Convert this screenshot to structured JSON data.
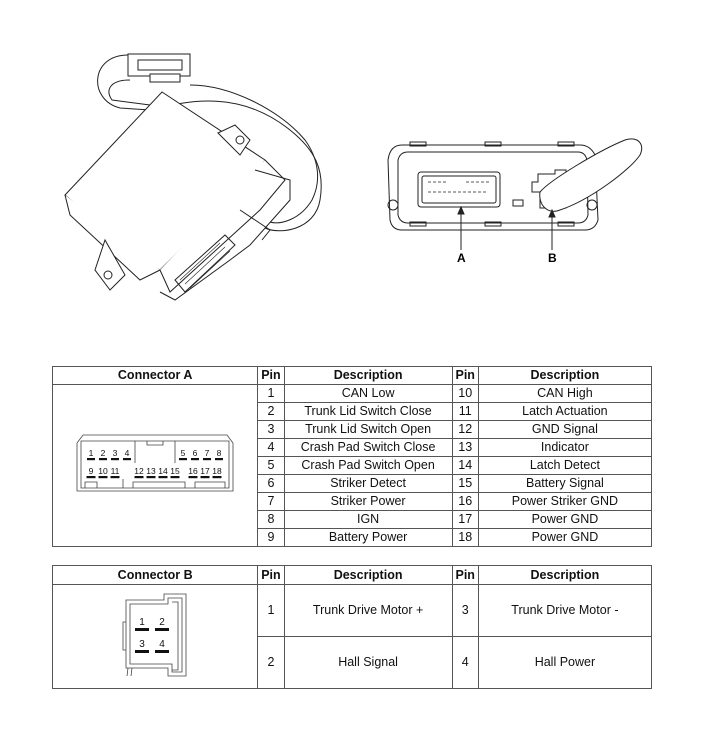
{
  "illustration": {
    "callouts": [
      "A",
      "B"
    ]
  },
  "connector_a": {
    "header": {
      "connector": "Connector A",
      "pin": "Pin",
      "description": "Description",
      "pin2": "Pin",
      "description2": "Description"
    },
    "face_pins_top": [
      "1",
      "2",
      "3",
      "4",
      "5",
      "6",
      "7",
      "8"
    ],
    "face_pins_bottom": [
      "9",
      "10",
      "11",
      "12",
      "13",
      "14",
      "15",
      "16",
      "17",
      "18"
    ],
    "rows": [
      {
        "pin": "1",
        "description": "CAN Low",
        "pin2": "10",
        "description2": "CAN High"
      },
      {
        "pin": "2",
        "description": "Trunk Lid Switch Close",
        "pin2": "11",
        "description2": "Latch Actuation"
      },
      {
        "pin": "3",
        "description": "Trunk Lid Switch Open",
        "pin2": "12",
        "description2": "GND Signal"
      },
      {
        "pin": "4",
        "description": "Crash Pad Switch Close",
        "pin2": "13",
        "description2": "Indicator"
      },
      {
        "pin": "5",
        "description": "Crash Pad Switch Open",
        "pin2": "14",
        "description2": "Latch Detect"
      },
      {
        "pin": "6",
        "description": "Striker Detect",
        "pin2": "15",
        "description2": "Battery Signal"
      },
      {
        "pin": "7",
        "description": "Striker Power",
        "pin2": "16",
        "description2": "Power Striker GND"
      },
      {
        "pin": "8",
        "description": "IGN",
        "pin2": "17",
        "description2": "Power GND"
      },
      {
        "pin": "9",
        "description": "Battery Power",
        "pin2": "18",
        "description2": "Power GND"
      }
    ]
  },
  "connector_b": {
    "header": {
      "connector": "Connector B",
      "pin": "Pin",
      "description": "Description",
      "pin2": "Pin",
      "description2": "Description"
    },
    "face_pins": [
      "1",
      "2",
      "3",
      "4"
    ],
    "rows": [
      {
        "pin": "1",
        "description": "Trunk Drive Motor +",
        "pin2": "3",
        "description2": "Trunk Drive Motor -"
      },
      {
        "pin": "2",
        "description": "Hall Signal",
        "pin2": "4",
        "description2": "Hall Power"
      }
    ]
  }
}
